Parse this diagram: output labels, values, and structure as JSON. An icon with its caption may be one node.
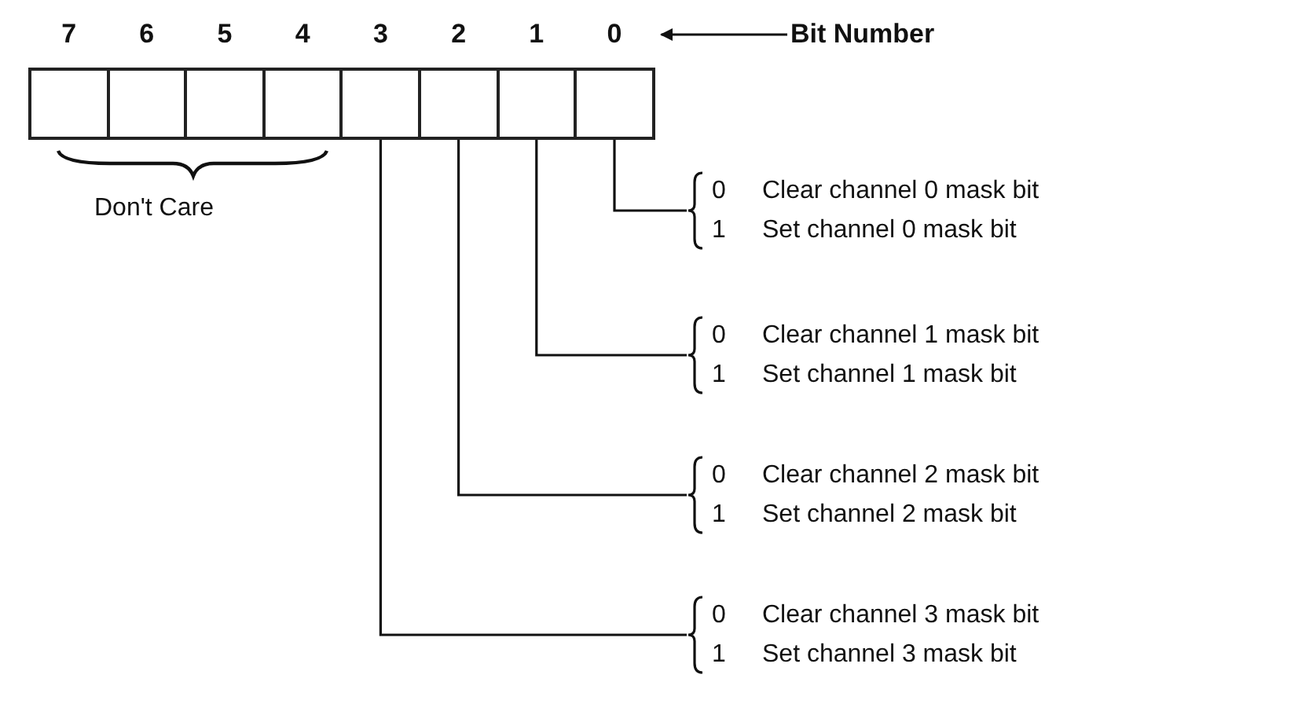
{
  "diagram": {
    "nodes": [
      {
        "text": [],
        "shape": "box"
      },
      {
        "text": [],
        "shape": "box"
      },
      {
        "text": [],
        "shape": "box"
      },
      {
        "text": [],
        "shape": "box"
      },
      {
        "text": [],
        "shape": "box"
      },
      {
        "text": [],
        "shape": "box"
      },
      {
        "text": [],
        "shape": "box"
      },
      {
        "text": [],
        "shape": "box"
      },
      {
        "text": [
          "Bit Number"
        ]
      },
      {
        "text": [
          "0",
          "Clear channel 0 mask bit",
          "1",
          "Set channel 0 mask bit"
        ]
      },
      {
        "text": [
          "0",
          "Clear channel 1 mask bit",
          "1",
          "Set channel 1 mask bit"
        ]
      },
      {
        "text": [
          "0",
          "Clear channel 2 mask bit",
          "1",
          "Set channel 2 mask bit"
        ]
      },
      {
        "text": [
          "0",
          "Clear channel 3 mask bit",
          "1",
          "Set channel 3 mask bit"
        ]
      }
    ],
    "edges": [
      {
        "from": 7,
        "to": 9,
        "arrow": "none"
      },
      {
        "from": 6,
        "to": 10,
        "arrow": "none"
      },
      {
        "from": 5,
        "to": 11,
        "arrow": "none"
      },
      {
        "from": 4,
        "to": 12,
        "arrow": "none"
      },
      {
        "from": 8,
        "to": 7,
        "arrow": "to"
      }
    ],
    "labels": [
      "7",
      "6",
      "5",
      "4",
      "3",
      "2",
      "1",
      "0",
      "Don't Care"
    ]
  }
}
